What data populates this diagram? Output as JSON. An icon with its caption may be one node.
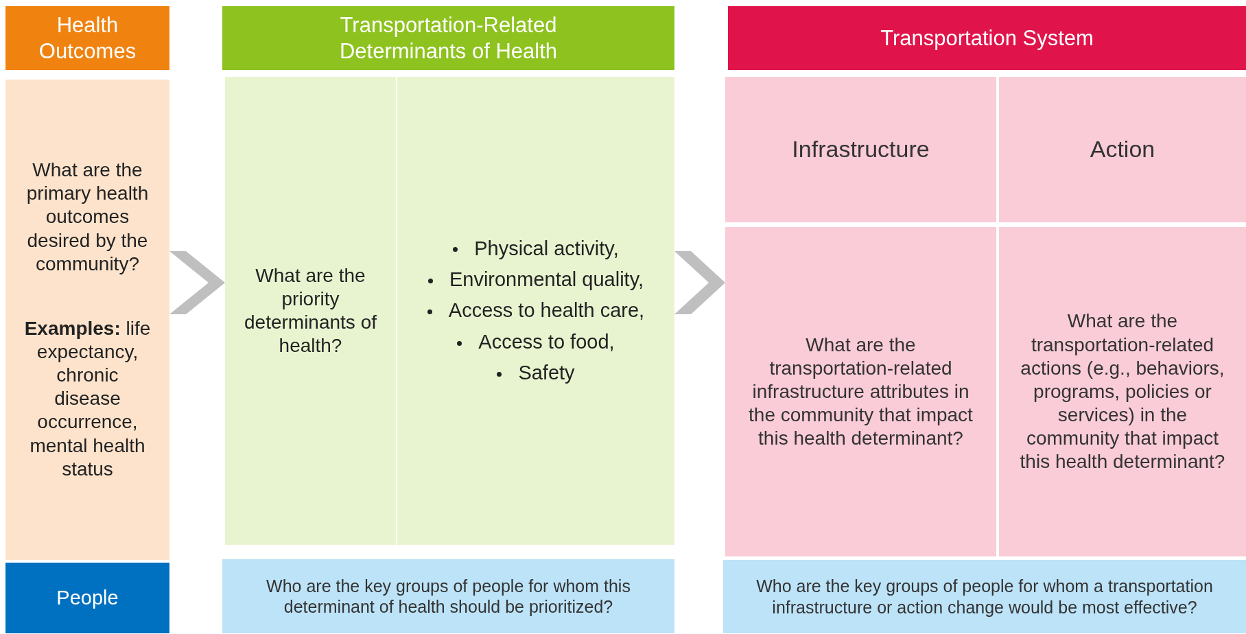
{
  "diagram": {
    "nodes": [
      {
        "text": [
          "Health Outcomes"
        ]
      },
      {
        "text": [
          "What are the primary health outcomes desired by the community?",
          "**Examples:** life expectancy, chronic disease occurrence, mental health status"
        ]
      },
      {
        "text": [
          "People"
        ]
      },
      {
        "text": [
          "Transportation-Related Determinants of Health"
        ]
      },
      {
        "text": [
          "What are the priority determinants of health?"
        ]
      },
      {
        "text": [
          "Physical activity,",
          "Environmental quality,",
          "Access to health care,",
          "Access to food,",
          "Safety"
        ]
      },
      {
        "text": [
          "Who are the key groups of people for whom this determinant of health should be prioritized?"
        ]
      },
      {
        "text": [
          "Transportation System"
        ]
      },
      {
        "text": [
          "Infrastructure"
        ]
      },
      {
        "text": [
          "Action"
        ]
      },
      {
        "text": [
          "What are the transportation-related infrastructure attributes in the community that impact this health determinant?"
        ]
      },
      {
        "text": [
          "What are the transportation-related actions (e.g., behaviors, programs, policies or services) in the community that impact this health determinant?"
        ]
      },
      {
        "text": [
          "Who are the key groups of people for whom a transportation infrastructure or action change would be most effective?"
        ]
      }
    ],
    "edges": [
      {
        "from": 1,
        "to": 4,
        "arrow": "to"
      },
      {
        "from": 5,
        "to": 10,
        "arrow": "to"
      }
    ]
  }
}
